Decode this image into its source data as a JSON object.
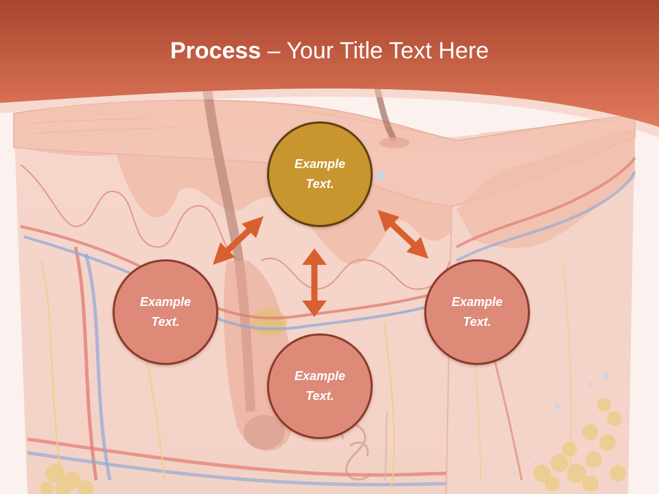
{
  "slide": {
    "title_bold": "Process",
    "title_rest": " – Your Title Text Here"
  },
  "nodes": {
    "top": "Example Text.",
    "left": "Example Text.",
    "right": "Example Text.",
    "bottom": "Example Text."
  },
  "colors": {
    "header": "#c85a40",
    "top_node": "#c8952e",
    "side_node": "#dd8a78",
    "arrow": "#d8602e"
  }
}
